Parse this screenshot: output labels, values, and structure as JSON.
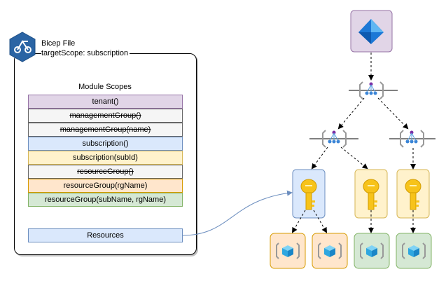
{
  "header": {
    "title": "Bicep File",
    "scope_line": "targetScope: subscription"
  },
  "panel": {
    "heading": "Module Scopes",
    "scopes": [
      {
        "label": "tenant()",
        "fill": "#e1d5e7",
        "stroke": "#9673a6",
        "strike": false
      },
      {
        "label": "managementGroup()",
        "fill": "#f5f5f5",
        "stroke": "#666666",
        "strike": true
      },
      {
        "label": "managementGroup(name)",
        "fill": "#f5f5f5",
        "stroke": "#666666",
        "strike": true
      },
      {
        "label": "subscription()",
        "fill": "#dae8fc",
        "stroke": "#6c8ebf",
        "strike": false
      },
      {
        "label": "subscription(subId)",
        "fill": "#fff2cc",
        "stroke": "#d6b656",
        "strike": false
      },
      {
        "label": "resourceGroup()",
        "fill": "#f5f5f5",
        "stroke": "#666666",
        "strike": true
      },
      {
        "label": "resourceGroup(rgName)",
        "fill": "#ffe6cc",
        "stroke": "#d79b00",
        "strike": false
      },
      {
        "label": "resourceGroup(subName, rgName)",
        "fill": "#d5e8d4",
        "stroke": "#82b366",
        "strike": false
      }
    ],
    "resources_label": "Resources",
    "resources_fill": "#dae8fc",
    "resources_stroke": "#6c8ebf"
  },
  "icons": {
    "logo": "bicep-icon",
    "tenant": "azure-active-directory-icon",
    "management_group": "management-group-icon",
    "subscription": "subscription-key-icon",
    "resource": "resource-cube-icon"
  },
  "colors": {
    "tenant_box": "#e1d5e7",
    "sub_blue": "#dae8fc",
    "sub_yellow": "#fff2cc",
    "rg_orange": "#ffe6cc",
    "rg_green": "#d5e8d4",
    "connector": "#6c8ebf"
  }
}
